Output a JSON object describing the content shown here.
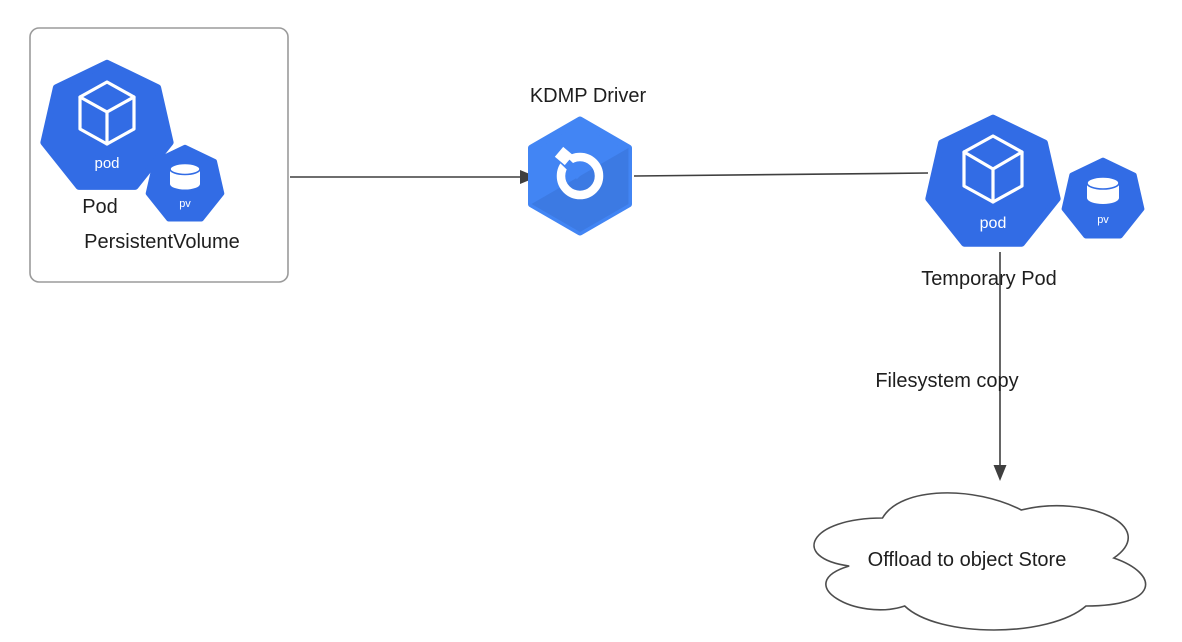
{
  "diagram": {
    "source_group": {
      "pod_badge": "pod",
      "pv_badge": "pv",
      "pod_label": "Pod",
      "pv_label": "PersistentVolume"
    },
    "kdmp_label": "KDMP Driver",
    "temporary_pod": {
      "pod_badge": "pod",
      "pv_badge": "pv",
      "label": "Temporary Pod"
    },
    "filesystem_copy_label": "Filesystem copy",
    "cloud_label": "Offload to object Store",
    "colors": {
      "kubernetes_blue": "#326CE5",
      "kdmp_blue": "#4285F4",
      "connector": "#3f3f3f"
    }
  }
}
